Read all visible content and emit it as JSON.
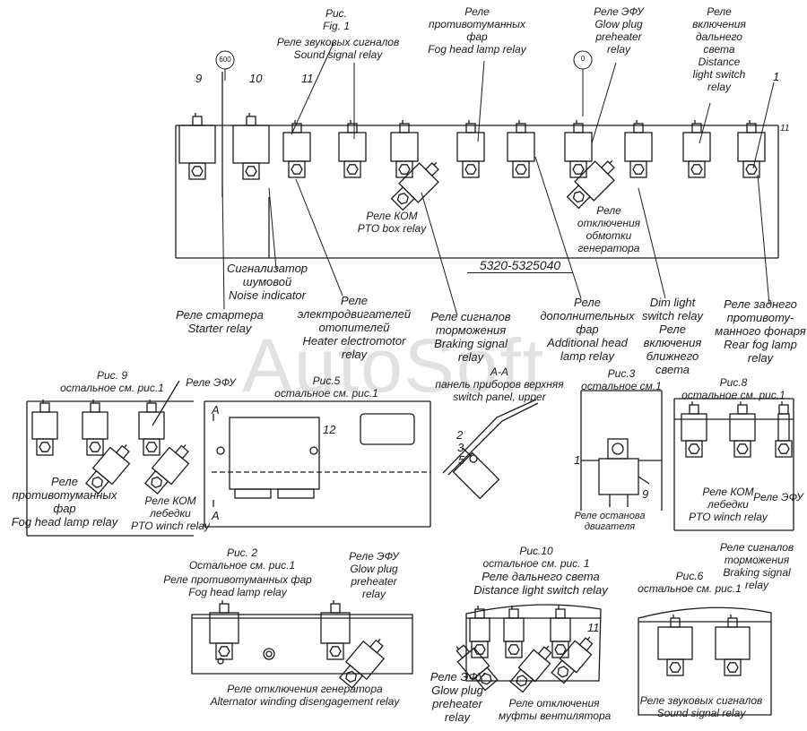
{
  "figures": {
    "fig1": {
      "ru": "Рис.",
      "en": "Fig. 1"
    },
    "fig9": {
      "title": "Рис. 9",
      "note": "остальное см. рис.1"
    },
    "fig5": {
      "title": "Рис.5",
      "note": "остальное см. рис.1"
    },
    "fig3": {
      "title": "Рис.3",
      "note": "остальное см.1"
    },
    "fig8": {
      "title": "Рис.8",
      "note": "остальное см. рис.1"
    },
    "fig2": {
      "title": "Рис. 2",
      "note": "Остальное см. рис.1"
    },
    "fig10": {
      "title": "Рис.10",
      "note": "остальное см. рис. 1"
    },
    "fig6": {
      "title": "Рис.6",
      "note": "остальное см. рис.1"
    }
  },
  "part_number": "5320-5325040",
  "watermark": "AutoSoft",
  "section": {
    "title": "А-А",
    "ru": "панель приборов верхняя",
    "en": "switch panel, upper",
    "mark_a": "А"
  },
  "circles": {
    "c600": "600",
    "c0": "0"
  },
  "numbers": {
    "n9": "9",
    "n10": "10",
    "n11": "11",
    "n1": "1",
    "n11b": "11",
    "n12": "12",
    "n2": "2",
    "n3": "3",
    "n5": "5",
    "n1b": "1",
    "n9b": "9",
    "n11c": "11"
  },
  "labels": {
    "sound_top": {
      "ru": "Реле звуковых сигналов",
      "en": "Sound signal relay"
    },
    "fog_top": {
      "ru1": "Реле",
      "ru2": "противотуманных",
      "ru3": "фар",
      "en": "Fog head lamp relay"
    },
    "glow_top": {
      "ru": "Реле ЭФУ",
      "en1": "Glow plug",
      "en2": "preheater",
      "en3": "relay"
    },
    "distance_top": {
      "ru1": "Реле",
      "ru2": "включения",
      "ru3": "дальнего",
      "ru4": "света",
      "en1": "Distance",
      "en2": "light switch",
      "en3": "relay"
    },
    "pto_box": {
      "ru": "Реле КОМ",
      "en": "PTO box relay"
    },
    "alt_off": {
      "ru1": "Реле",
      "ru2": "отключения",
      "ru3": "обмотки",
      "ru4": "генератора"
    },
    "noise": {
      "ru1": "Сигнализатор",
      "ru2": "шумовой",
      "en": "Noise indicator"
    },
    "starter": {
      "ru": "Реле стартера",
      "en": "Starter relay"
    },
    "heater": {
      "ru1": "Реле",
      "ru2": "электродвигателей",
      "ru3": "отопителей",
      "en1": "Heater electromotor",
      "en2": "relay"
    },
    "braking": {
      "ru1": "Реле сигналов",
      "ru2": "торможения",
      "en1": "Braking signal",
      "en2": "relay"
    },
    "addhead": {
      "ru1": "Реле",
      "ru2": "дополнительных",
      "ru3": "фар",
      "en1": "Additional head",
      "en2": "lamp relay"
    },
    "dim": {
      "en1": "Dim light",
      "en2": "switch relay",
      "ru1": "Реле",
      "ru2": "включения",
      "ru3": "ближнего",
      "ru4": "света"
    },
    "rearfog": {
      "ru1": "Реле заднего",
      "ru2": "противоту-",
      "ru3": "манного фонаря",
      "en1": "Rear fog lamp",
      "en2": "relay"
    },
    "f9_glow": "Реле ЭФУ",
    "f9_fog": {
      "ru1": "Реле",
      "ru2": "противотуманных",
      "ru3": "фар",
      "en": "Fog head lamp relay"
    },
    "f9_pto": {
      "ru1": "Реле КОМ",
      "ru2": "лебедки",
      "en": "PTO winch relay"
    },
    "f3_stop": {
      "ru1": "Реле останова",
      "ru2": "двигателя"
    },
    "f8_pto": {
      "ru1": "Реле КОМ",
      "ru2": "лебедки",
      "en": "PTO winch relay"
    },
    "f8_glow": "Реле ЭФУ",
    "f2_fog": {
      "ru": "Реле противотуманных фар",
      "en": "Fog head lamp relay"
    },
    "f2_glow": {
      "ru": "Реле ЭФУ",
      "en1": "Glow plug",
      "en2": "preheater",
      "en3": "relay"
    },
    "f2_alt": {
      "ru": "Реле отключения генератора",
      "en": "Alternator winding disengagement relay"
    },
    "f10_dist": {
      "ru": "Реле дальнего света",
      "en": "Distance  light switch  relay"
    },
    "f10_glow": {
      "ru": "Реле ЭФУ",
      "en1": "Glow plug",
      "en2": "preheater",
      "en3": "relay"
    },
    "f10_fan": {
      "ru1": "Реле отключения",
      "ru2": "муфты вентилятора"
    },
    "f6_brake": {
      "ru1": "Реле сигналов",
      "ru2": "торможения",
      "en1": "Braking signal",
      "en2": "relay"
    },
    "f6_sound": {
      "ru": "Реле звуковых сигналов",
      "en": "Sound signal relay"
    }
  }
}
